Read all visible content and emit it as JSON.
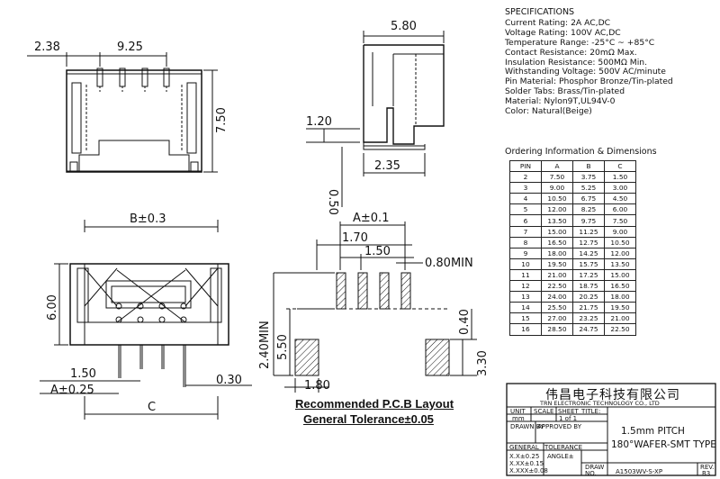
{
  "specifications": {
    "heading": "SPECIFICATIONS",
    "lines": [
      "Current Rating: 2A AC,DC",
      "Voltage Rating: 100V AC,DC",
      "Temperature Range: -25°C ~ +85°C",
      "Contact Resistance: 20mΩ Max.",
      "Insulation Resistance: 500MΩ Min.",
      "Withstanding Voltage: 500V AC/minute",
      "Pin Material: Phosphor Bronze/Tin-plated",
      "Solder Tabs: Brass/Tin-plated",
      "Material: Nylon9T,UL94V-0",
      "Color: Natural(Beige)"
    ]
  },
  "ordering": {
    "title": "Ordering Information & Dimensions",
    "headers": [
      "PIN",
      "A",
      "B",
      "C"
    ],
    "rows": [
      [
        "2",
        "7.50",
        "3.75",
        "1.50"
      ],
      [
        "3",
        "9.00",
        "5.25",
        "3.00"
      ],
      [
        "4",
        "10.50",
        "6.75",
        "4.50"
      ],
      [
        "5",
        "12.00",
        "8.25",
        "6.00"
      ],
      [
        "6",
        "13.50",
        "9.75",
        "7.50"
      ],
      [
        "7",
        "15.00",
        "11.25",
        "9.00"
      ],
      [
        "8",
        "16.50",
        "12.75",
        "10.50"
      ],
      [
        "9",
        "18.00",
        "14.25",
        "12.00"
      ],
      [
        "10",
        "19.50",
        "15.75",
        "13.50"
      ],
      [
        "11",
        "21.00",
        "17.25",
        "15.00"
      ],
      [
        "12",
        "22.50",
        "18.75",
        "16.50"
      ],
      [
        "13",
        "24.00",
        "20.25",
        "18.00"
      ],
      [
        "14",
        "25.50",
        "21.75",
        "19.50"
      ],
      [
        "15",
        "27.00",
        "23.25",
        "21.00"
      ],
      [
        "16",
        "28.50",
        "24.75",
        "22.50"
      ]
    ]
  },
  "dimensions": {
    "top_view": {
      "left": "2.38",
      "span": "9.25",
      "height": "7.50"
    },
    "side_view": {
      "width": "5.80",
      "tab": "1.20",
      "foot": "2.35",
      "thickness": "0.50"
    },
    "front_view": {
      "width": "B±0.3",
      "height": "6.00",
      "pitch": "1.50",
      "a": "A±0.25",
      "c": "C",
      "pin": "0.30"
    },
    "pcb": {
      "a": "A±0.1",
      "d1": "1.70",
      "d2": "1.50",
      "pad": "0.80MIN",
      "min": "2.40MIN",
      "h": "5.50",
      "gap": "0.40",
      "tab": "3.30",
      "tabw": "1.80"
    }
  },
  "notes": {
    "recommended": "Recommended P.C.B Layout",
    "tolerance": "General Tolerance±0.05"
  },
  "title_block": {
    "company_cn": "伟昌电子科技有限公司",
    "company_en": "TRN ELECTRONIC TECHNOLOGY CO., LTD",
    "unit_label": "UNIT",
    "unit": "mm",
    "scale_label": "SCALE",
    "sheet_label": "SHEET",
    "sheet": "1 of 1",
    "title_label": "TITLE:",
    "title_line1": "1.5mm PITCH",
    "title_line2": "180°WAFER-SMT TYPE",
    "drawn": "DRAWN BY",
    "approved": "APPROVED BY",
    "general": "GENERAL",
    "tolerance": "TOLERANCE",
    "tol1": "X.X±0.25",
    "tol2": "X.XX±0.15",
    "tol3": "X.XXX±0.08",
    "angle": "ANGLE±",
    "draw_label": "DRAW",
    "no_label": "NO.",
    "draw_no": "A1503WV-S-XP",
    "rev_label": "REV.",
    "rev": "B3"
  }
}
